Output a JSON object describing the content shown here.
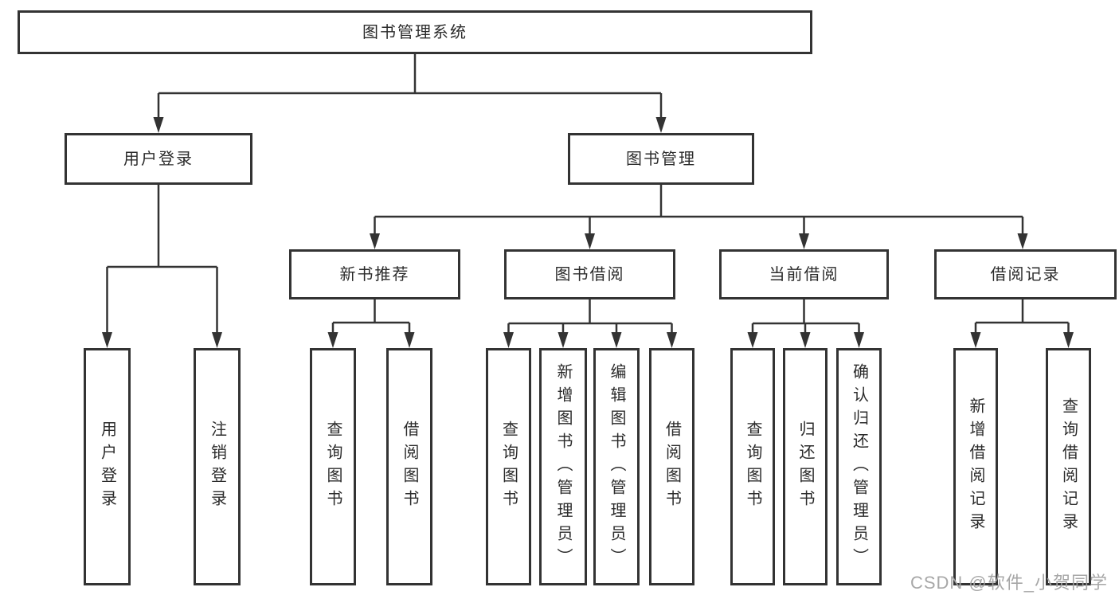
{
  "tree": {
    "root": {
      "label": "图书管理系统"
    },
    "branches": [
      {
        "label": "用户登录",
        "children": [
          {
            "label": "用户登录"
          },
          {
            "label": "注销登录"
          }
        ]
      },
      {
        "label": "图书管理",
        "children": [
          {
            "label": "新书推荐",
            "children": [
              {
                "label": "查询图书"
              },
              {
                "label": "借阅图书"
              }
            ]
          },
          {
            "label": "图书借阅",
            "children": [
              {
                "label": "查询图书"
              },
              {
                "label": "新增图书（管理员）"
              },
              {
                "label": "编辑图书（管理员）"
              },
              {
                "label": "借阅图书"
              }
            ]
          },
          {
            "label": "当前借阅",
            "children": [
              {
                "label": "查询图书"
              },
              {
                "label": "归还图书"
              },
              {
                "label": "确认归还（管理员）"
              }
            ]
          },
          {
            "label": "借阅记录",
            "children": [
              {
                "label": "新增借阅记录"
              },
              {
                "label": "查询借阅记录"
              }
            ]
          }
        ]
      }
    ]
  },
  "watermark": "CSDN @软件_小贺同学",
  "colors": {
    "line": "#333333",
    "arrow": "#333333",
    "box_border": "#333333",
    "box_bg": "#ffffff",
    "text": "#2b2b2b",
    "watermark": "#a3a3a3",
    "background": "#ffffff"
  }
}
